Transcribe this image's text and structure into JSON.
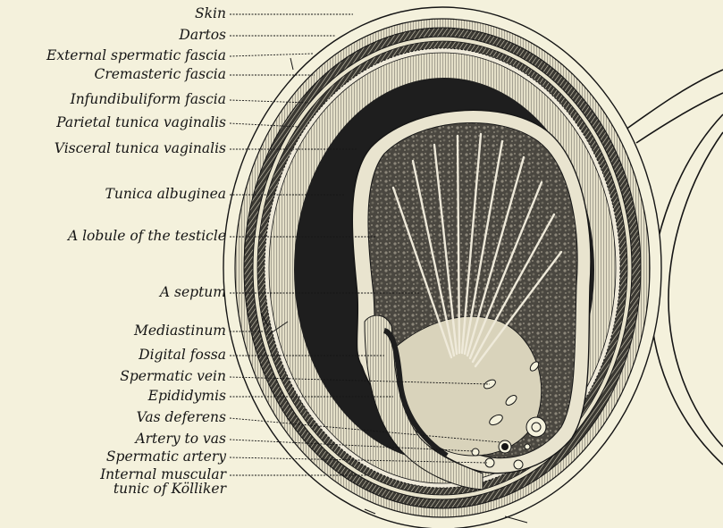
{
  "figure": {
    "colors": {
      "paper": "#f4f1dc",
      "ink": "#151515",
      "cavity": "#1e1e1e",
      "testis_fill": "#55524a"
    },
    "labels": [
      {
        "id": "skin",
        "text": "Skin"
      },
      {
        "id": "dartos",
        "text": "Dartos"
      },
      {
        "id": "external-spermatic-fascia",
        "text": "External spermatic fascia"
      },
      {
        "id": "cremasteric-fascia",
        "text": "Cremasteric fascia"
      },
      {
        "id": "infundibuliform-fascia",
        "text": "Infundibuliform fascia"
      },
      {
        "id": "parietal-tunica-vaginalis",
        "text": "Parietal tunica vaginalis"
      },
      {
        "id": "visceral-tunica-vaginalis",
        "text": "Visceral tunica vaginalis"
      },
      {
        "id": "tunica-albuginea",
        "text": "Tunica albuginea"
      },
      {
        "id": "lobule-of-testicle",
        "text": "A lobule of the testicle"
      },
      {
        "id": "septum",
        "text": "A septum"
      },
      {
        "id": "mediastinum",
        "text": "Mediastinum"
      },
      {
        "id": "digital-fossa",
        "text": "Digital fossa"
      },
      {
        "id": "spermatic-vein",
        "text": "Spermatic vein"
      },
      {
        "id": "epididymis",
        "text": "Epididymis"
      },
      {
        "id": "vas-deferens",
        "text": "Vas deferens"
      },
      {
        "id": "artery-to-vas",
        "text": "Artery to vas"
      },
      {
        "id": "spermatic-artery",
        "text": "Spermatic artery"
      },
      {
        "id": "internal-muscular-tunic",
        "text": [
          "Internal muscular",
          "tunic of Kölliker"
        ]
      }
    ]
  }
}
